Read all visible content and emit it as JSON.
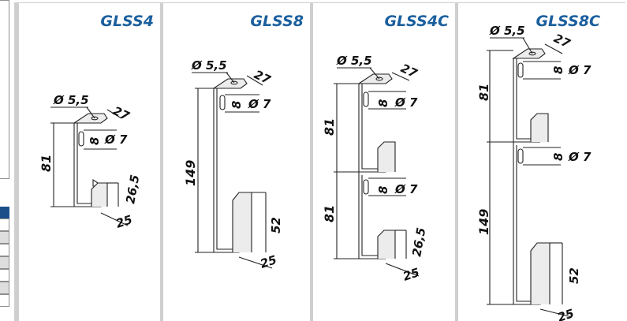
{
  "products": [
    {
      "code": "GLSS4",
      "dims": {
        "hole": "Ø 5,5",
        "depth": "27",
        "slot_w": "8",
        "slot_d": "Ø 7",
        "height": "81",
        "tab": "26,5",
        "foot": "25"
      }
    },
    {
      "code": "GLSS8",
      "dims": {
        "hole": "Ø 5,5",
        "depth": "27",
        "slot_w": "8",
        "slot_d": "Ø 7",
        "height": "149",
        "tab": "52",
        "foot": "25"
      }
    },
    {
      "code": "GLSS4C",
      "dims": {
        "hole": "Ø 5,5",
        "depth": "27",
        "slot_w1": "8",
        "slot_d1": "Ø 7",
        "slot_w2": "8",
        "slot_d2": "Ø 7",
        "height1": "81",
        "height2": "81",
        "tab": "26,5",
        "foot": "25"
      }
    },
    {
      "code": "GLSS8C",
      "dims": {
        "hole": "Ø 5,5",
        "depth": "27",
        "slot_w1": "8",
        "slot_d1": "Ø 7",
        "slot_w2": "8",
        "slot_d2": "Ø 7",
        "height1": "81",
        "height2": "149",
        "tab": "52",
        "foot": "25"
      }
    }
  ],
  "colors": {
    "title": "#1a5f9e",
    "frame": "#cfcfcf",
    "line": "#222222",
    "fill": "#ececec"
  }
}
